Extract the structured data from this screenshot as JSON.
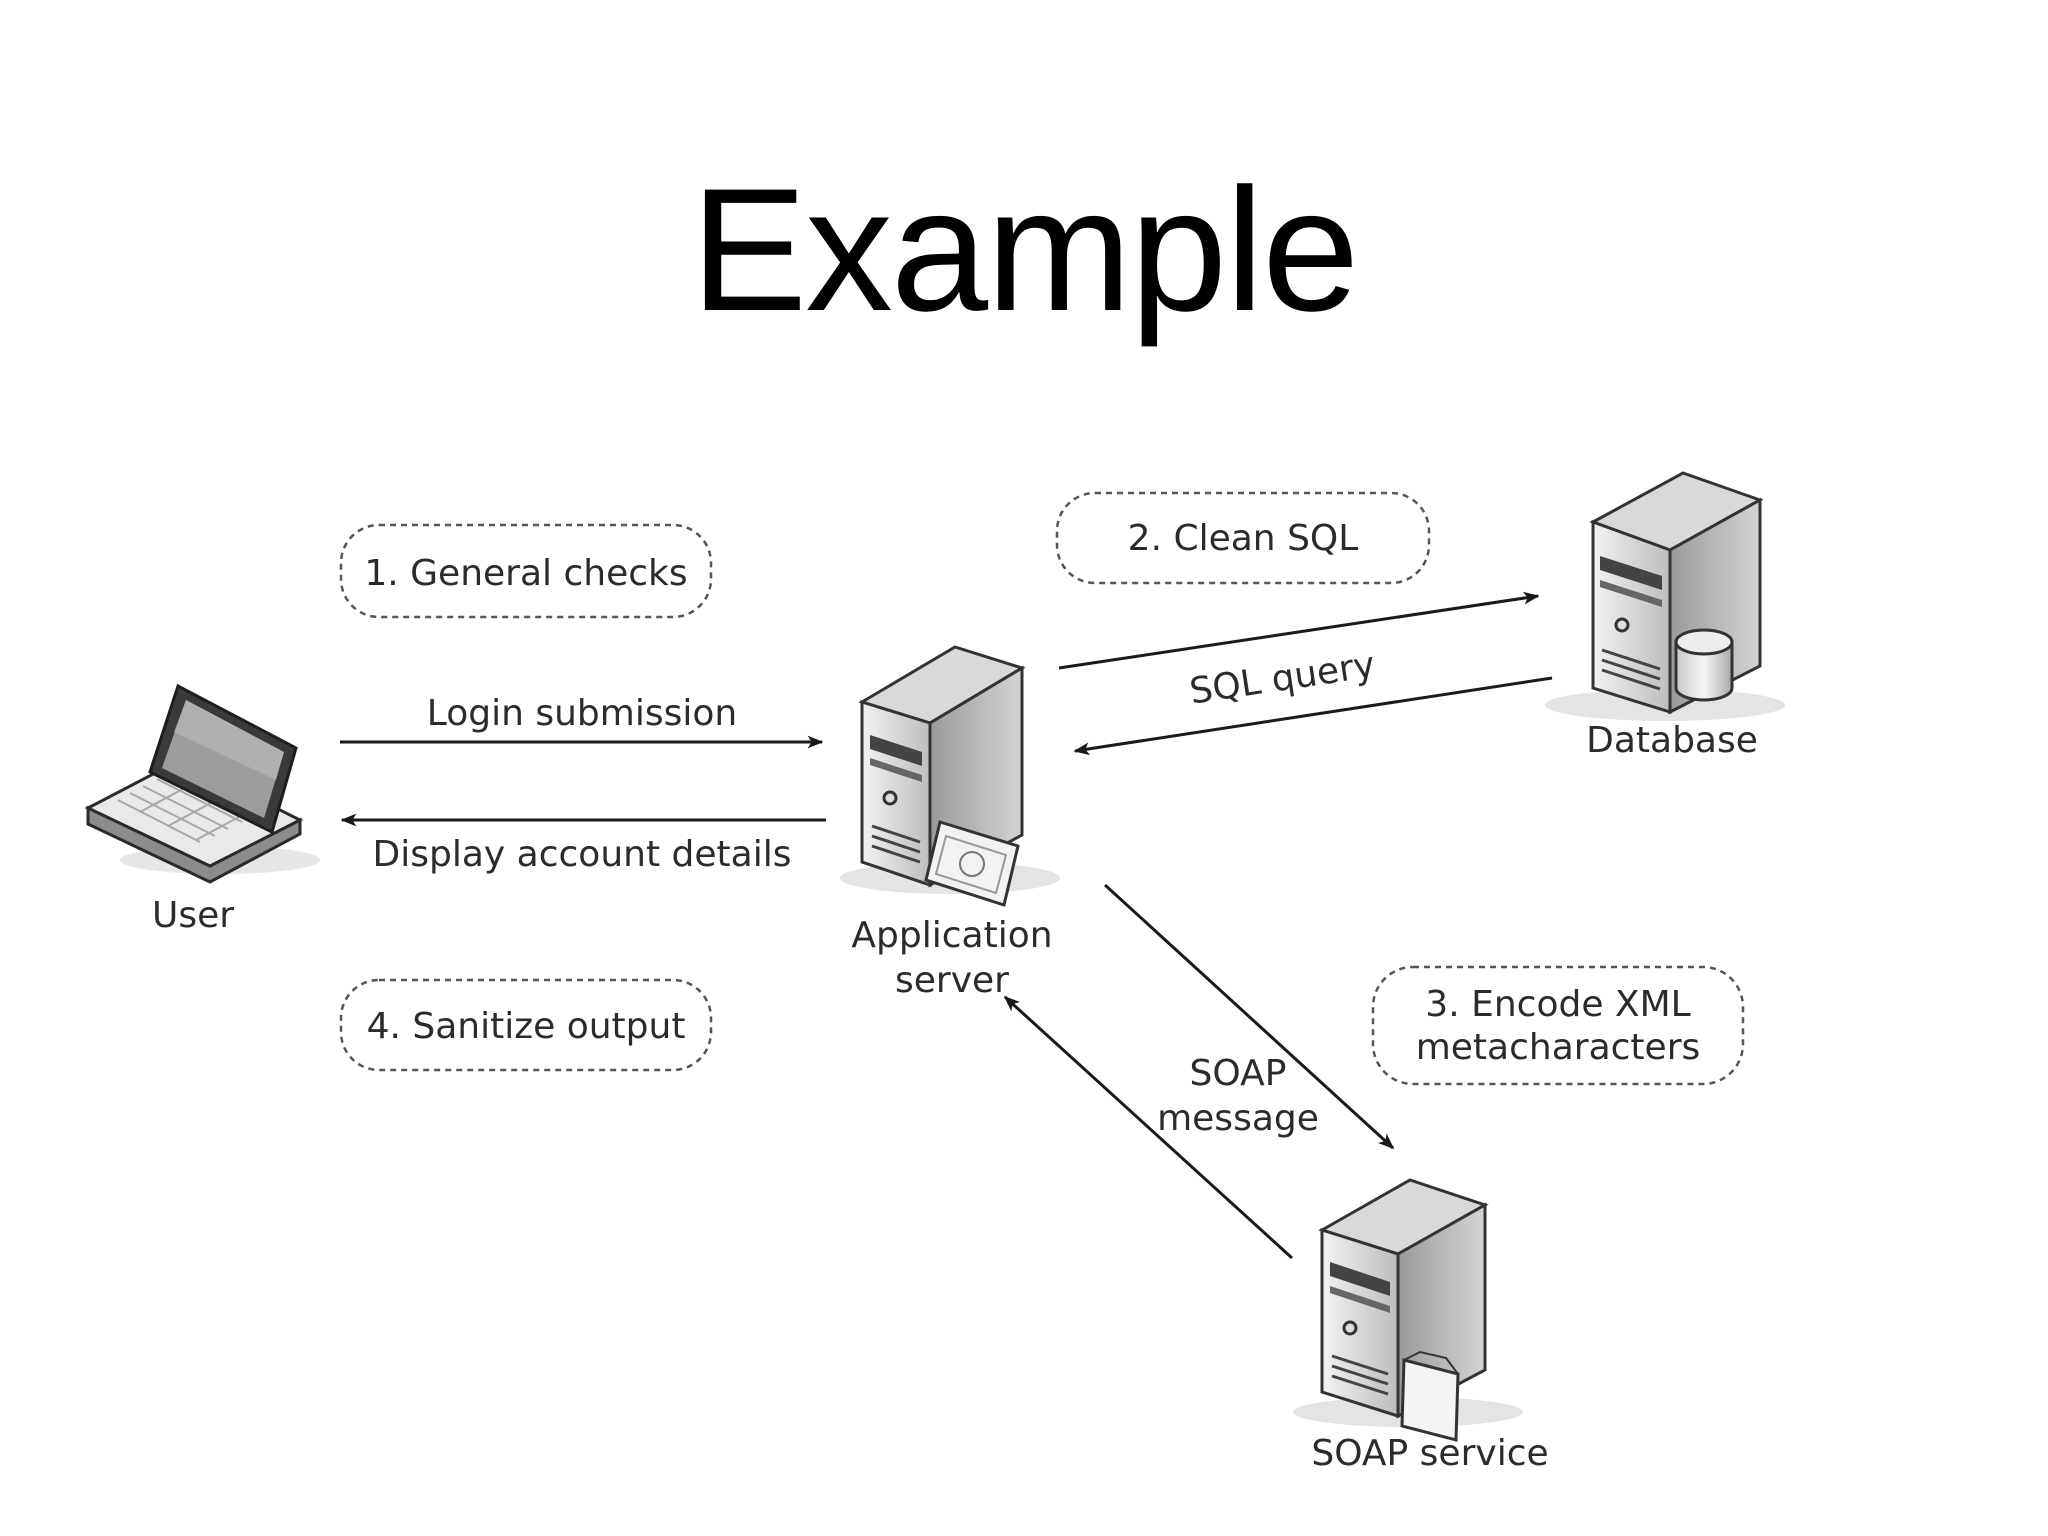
{
  "slide": {
    "title": "Example"
  },
  "diagram": {
    "nodes": {
      "user": {
        "label": "User",
        "icon": "laptop-icon"
      },
      "app_server": {
        "label_line1": "Application",
        "label_line2": "server",
        "icon": "server-icon"
      },
      "database": {
        "label": "Database",
        "icon": "database-server-icon"
      },
      "soap_service": {
        "label": "SOAP service",
        "icon": "server-icon"
      }
    },
    "steps": {
      "step1": "1. General checks",
      "step2": "2. Clean SQL",
      "step3_line1": "3. Encode XML",
      "step3_line2": "metacharacters",
      "step4": "4. Sanitize output"
    },
    "arrows": {
      "login": "Login submission",
      "display": "Display account details",
      "sql": "SQL query",
      "soap_line1": "SOAP",
      "soap_line2": "message"
    }
  }
}
